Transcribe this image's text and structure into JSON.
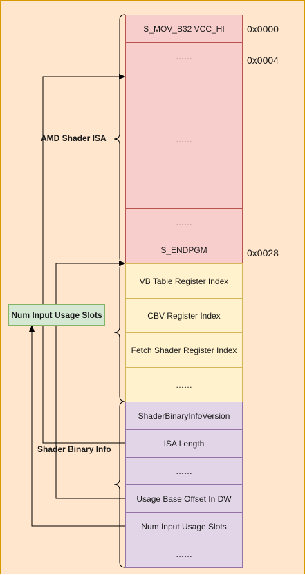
{
  "groups": {
    "isa": "AMD Shader ISA",
    "binary_info": "Shader Binary Info"
  },
  "side_box": "Num Input Usage Slots",
  "addresses": [
    "0x0000",
    "0x0004",
    "0x0028"
  ],
  "isa_cells": [
    "S_MOV_B32 VCC_HI",
    "……",
    "……",
    "……",
    "S_ENDPGM"
  ],
  "register_cells": [
    "VB Table Register Index",
    "CBV Register Index",
    "Fetch Shader Register Index",
    "……"
  ],
  "info_cells": [
    "ShaderBinaryInfoVersion",
    "ISA Length",
    "……",
    "Usage Base Offset In DW",
    "Num Input Usage Slots",
    "……"
  ],
  "colors": {
    "background": "#ffe6cc",
    "isa_fill": "#f8cecc",
    "register_fill": "#fff2cc",
    "info_fill": "#e1d5e7",
    "side_box_fill": "#d5e8d4"
  }
}
